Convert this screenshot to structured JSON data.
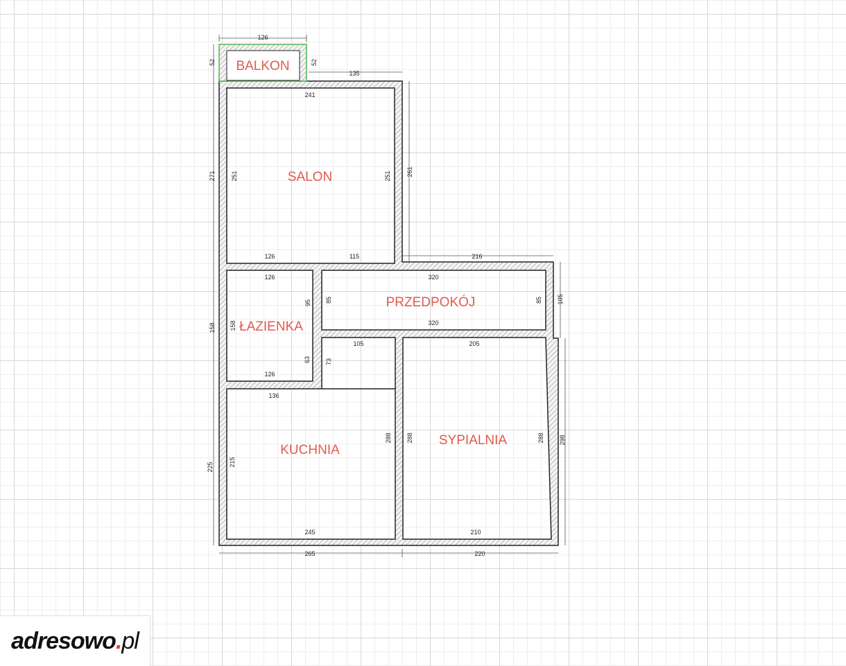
{
  "rooms": {
    "balkon": "BALKON",
    "salon": "SALON",
    "lazienka": "ŁAZIENKA",
    "przedpokoj": "PRZEDPOKÓJ",
    "kuchnia": "KUCHNIA",
    "sypialnia": "SYPIALNIA"
  },
  "dimensions": {
    "balkon_top": "126",
    "balkon_left": "52",
    "balkon_right": "52",
    "salon_top_ext": "135",
    "salon_top": "241",
    "salon_left_ext": "271",
    "salon_left": "251",
    "salon_right": "251",
    "salon_right_ext": "261",
    "salon_bottom_left": "126",
    "salon_bottom_right": "115",
    "przedpokoj_top_ext": "216",
    "lazienka_top": "126",
    "lazienka_right": "95",
    "lazienka_left": "158",
    "lazienka_left_ext": "158",
    "lazienka_right_lower": "63",
    "lazienka_bottom": "126",
    "przedpokoj_top": "320",
    "przedpokoj_left": "85",
    "przedpokoj_right": "85",
    "przedpokoj_right_ext": "105",
    "przedpokoj_bottom": "320",
    "kuchnia_top": "105",
    "kuchnia_notch": "73",
    "kuchnia_top_lower": "136",
    "kuchnia_left": "215",
    "kuchnia_left_ext": "225",
    "kuchnia_right": "288",
    "kuchnia_bottom": "245",
    "sypialnia_top": "205",
    "sypialnia_left": "288",
    "sypialnia_right": "288",
    "sypialnia_right_ext": "298",
    "sypialnia_bottom": "210",
    "bottom_left_ext": "265",
    "bottom_right_ext": "220"
  },
  "logo": {
    "name": "adresowo",
    "dot": ".",
    "tld": "pl"
  },
  "colors": {
    "label": "#e05a4f",
    "balcony_outline": "#5cb85c",
    "logo_dot": "#e0433b"
  }
}
